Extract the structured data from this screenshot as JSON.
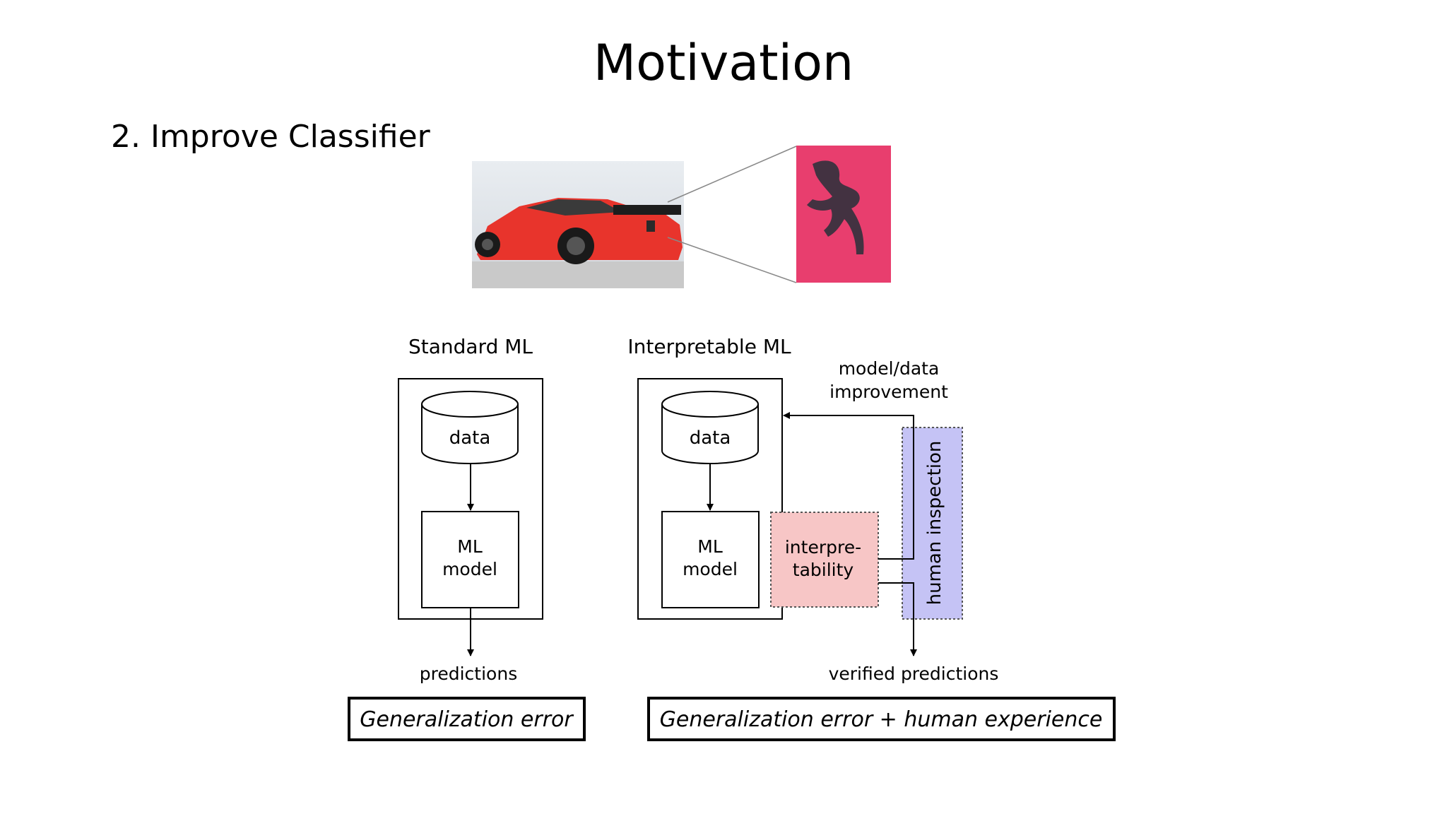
{
  "slide": {
    "title": "Motivation",
    "subtitle": "2. Improve Classifier"
  },
  "colors": {
    "car_body": "#e8342c",
    "logo_background": "#e83e6e",
    "interpretability_fill": "#f7c6c6",
    "human_inspection_fill": "#c5c3f5"
  },
  "diagram": {
    "standard": {
      "heading": "Standard ML",
      "data_label": "data",
      "model_label_line1": "ML",
      "model_label_line2": "model",
      "output_label": "predictions",
      "error_label": "Generalization error"
    },
    "interpretable": {
      "heading": "Interpretable ML",
      "data_label": "data",
      "model_label_line1": "ML",
      "model_label_line2": "model",
      "interp_line1": "interpre-",
      "interp_line2": "tability",
      "human_inspection": "human inspection",
      "feedback_line1": "model/data",
      "feedback_line2": "improvement",
      "output_label": "verified predictions",
      "error_label": "Generalization error + human experience"
    }
  }
}
